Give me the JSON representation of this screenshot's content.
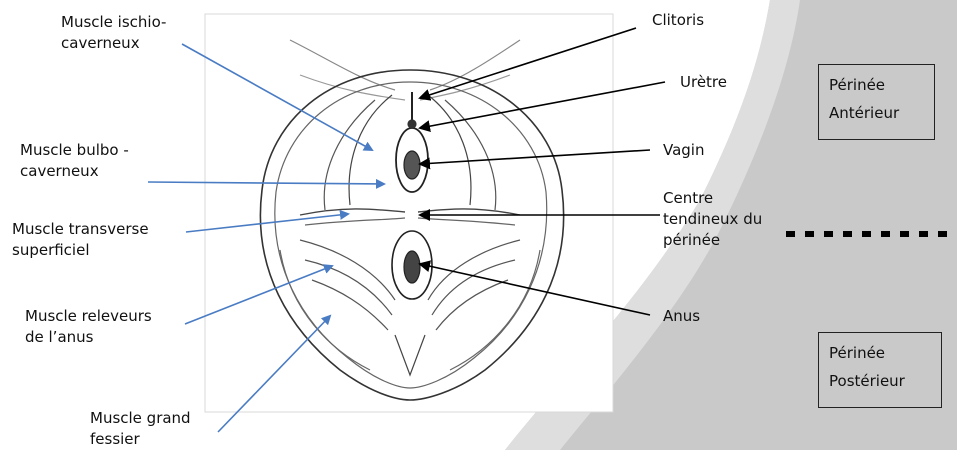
{
  "labels": {
    "ischio": "Muscle ischio-\ncaverneux",
    "bulbo": "Muscle bulbo -\ncaverneux",
    "transverse": "Muscle transverse\nsuperficiel",
    "releveurs": "Muscle releveurs\nde l’anus",
    "fessier": "Muscle grand\nfessier",
    "clitoris": "Clitoris",
    "uretre": "Urètre",
    "vagin": "Vagin",
    "centre": "Centre\ntendineux du\npérinée",
    "anus": "Anus"
  },
  "regions": {
    "anterior": {
      "line1": "Périnée",
      "line2": "Antérieur"
    },
    "posterior": {
      "line1": "Périnée",
      "line2": "Postérieur"
    }
  },
  "colors": {
    "background_panel": "#c9c9c9",
    "background_panel_light": "#dedede",
    "left_arrow": "#4a7cc4",
    "right_arrow": "#000000",
    "divider": "#000000"
  }
}
